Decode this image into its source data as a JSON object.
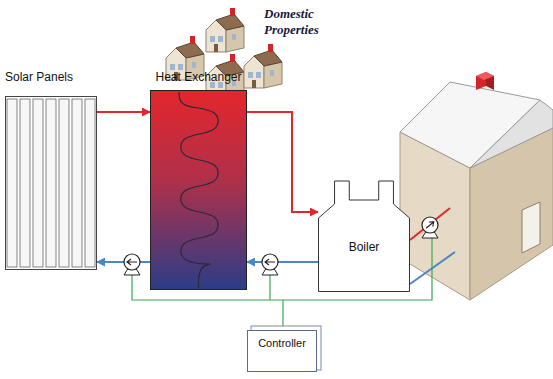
{
  "diagram": {
    "nodes": [
      {
        "text": [
          "Solar Panels"
        ]
      },
      {
        "text": [
          "Heat Exchanger"
        ]
      },
      {
        "text": [
          "Boiler"
        ]
      },
      {
        "text": [
          "Controller"
        ]
      }
    ],
    "edges": [
      {
        "from": 0,
        "to": 1,
        "arrow": "to"
      },
      {
        "from": 1,
        "to": 2,
        "arrow": "to"
      },
      {
        "from": 2,
        "to": 1,
        "arrow": "to"
      },
      {
        "from": 1,
        "to": 0,
        "arrow": "to"
      }
    ],
    "labels": [
      "Domestic Properties"
    ]
  }
}
